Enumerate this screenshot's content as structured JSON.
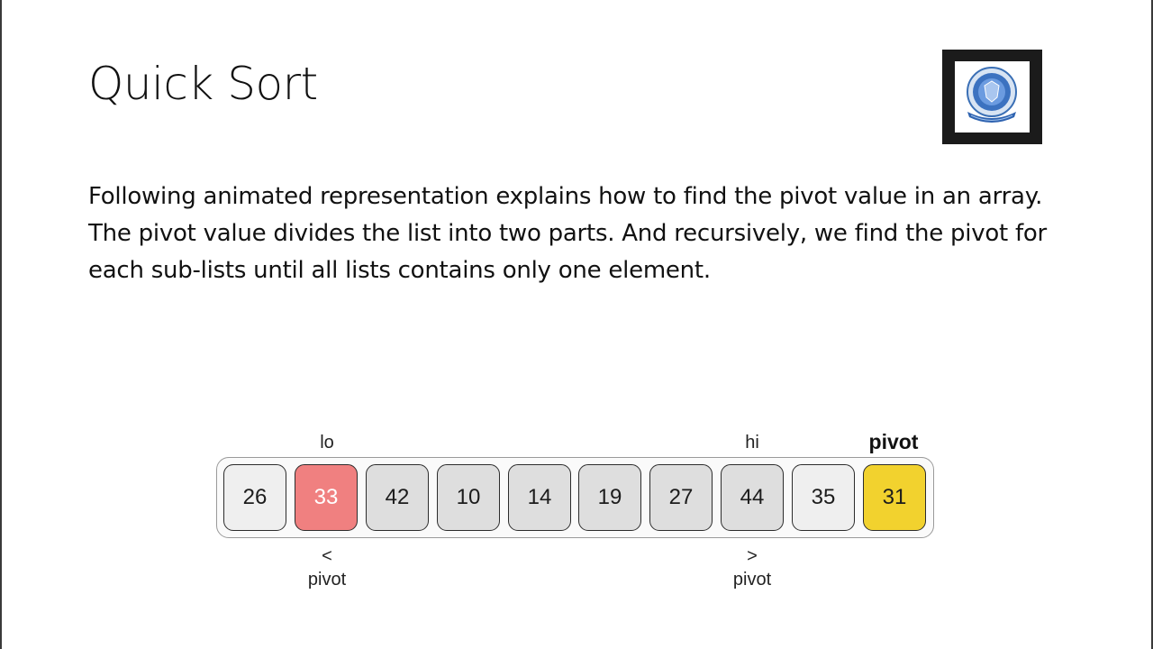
{
  "slide": {
    "title": "Quick Sort",
    "body_lines": [
      "Following animated representation explains how to find the pivot value in an array.",
      "The pivot value divides the list into two parts. And recursively, we find the pivot for",
      "each sub-lists until all lists contains only one element."
    ]
  },
  "diagram": {
    "array": [
      "26",
      "33",
      "42",
      "10",
      "14",
      "19",
      "27",
      "44",
      "35",
      "31"
    ],
    "cell_colors": [
      "#efefef",
      "#f08080",
      "#dedede",
      "#dedede",
      "#dedede",
      "#dedede",
      "#dedede",
      "#dedede",
      "#efefef",
      "#f2d22e"
    ],
    "cell_text_colors": [
      "#1c1c1c",
      "#ffffff",
      "#1c1c1c",
      "#1c1c1c",
      "#1c1c1c",
      "#1c1c1c",
      "#1c1c1c",
      "#1c1c1c",
      "#1c1c1c",
      "#1c1c1c"
    ],
    "markers": {
      "lo": "lo",
      "hi": "hi",
      "pivot": "pivot"
    },
    "lo_note": {
      "symbol": "<",
      "text": "pivot"
    },
    "hi_note": {
      "symbol": ">",
      "text": "pivot"
    }
  }
}
